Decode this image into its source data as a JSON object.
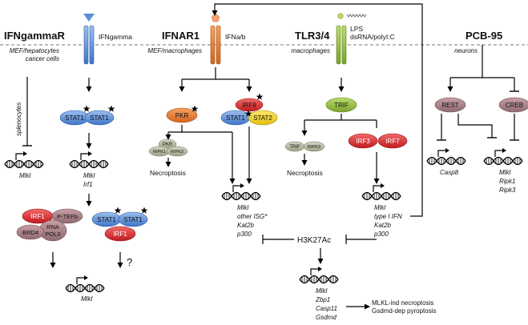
{
  "receptors": {
    "ifng": {
      "name": "IFNgammaR",
      "ligand": "IFNgamma",
      "context": [
        "MEF/hepatocytes",
        "cancer cells"
      ]
    },
    "ifnar": {
      "name": "IFNAR1",
      "ligand": "IFNa/b",
      "context": "MEF/macrophages"
    },
    "tlr": {
      "name": "TLR3/4",
      "ligand": [
        "LPS",
        "dsRNA/polyI:C"
      ],
      "context": "macrophages"
    },
    "pcb": {
      "name": "PCB-95",
      "context": "neurons"
    }
  },
  "labels": {
    "splenocytes": "splenocytes",
    "stat1": "STAT1",
    "stat2": "STAT2",
    "irf1": "IRF1",
    "irf9": "IRF9",
    "irf3": "IRF3",
    "irf7": "IRF7",
    "pkr": "PKR",
    "trif": "TRIF",
    "ripk1": "RIPK1",
    "ripk3": "RIPK3",
    "ptefb": "P-TEFb",
    "rna": "RNA",
    "polii": "POLII",
    "brd4": "BRD4",
    "rest": "REST",
    "creb": "CREB",
    "necroptosis": "Necroptosis",
    "question": "?",
    "h3k27ac": "H3K27Ac"
  },
  "genes": {
    "mlkl": "Mlkl",
    "irf1": "Irf1",
    "ifnar_targets": [
      "Mlkl",
      "other ISG*",
      "Kat2b",
      "p300"
    ],
    "tlr_targets": [
      "Mlkl",
      "type I IFN",
      "Kat2b",
      "p300"
    ],
    "final_targets": [
      "Mlkl",
      "Zbp1",
      "Casp11",
      "Gsdmd"
    ],
    "casp8": "Casp8",
    "pcb_targets": [
      "Mlkl",
      "Ripk1",
      "Ripk3"
    ]
  },
  "outcomes": [
    "MLKL-ind necroptosis",
    "Gsdmd-dep pyroptosis"
  ],
  "colors": {
    "blue": "#5b8fd6",
    "orange": "#e07a2a",
    "green": "#8cb53a",
    "red": "#d8262c",
    "yellow": "#f2d21a",
    "gray": "#b4b59c",
    "mauve": "#a07a80"
  }
}
